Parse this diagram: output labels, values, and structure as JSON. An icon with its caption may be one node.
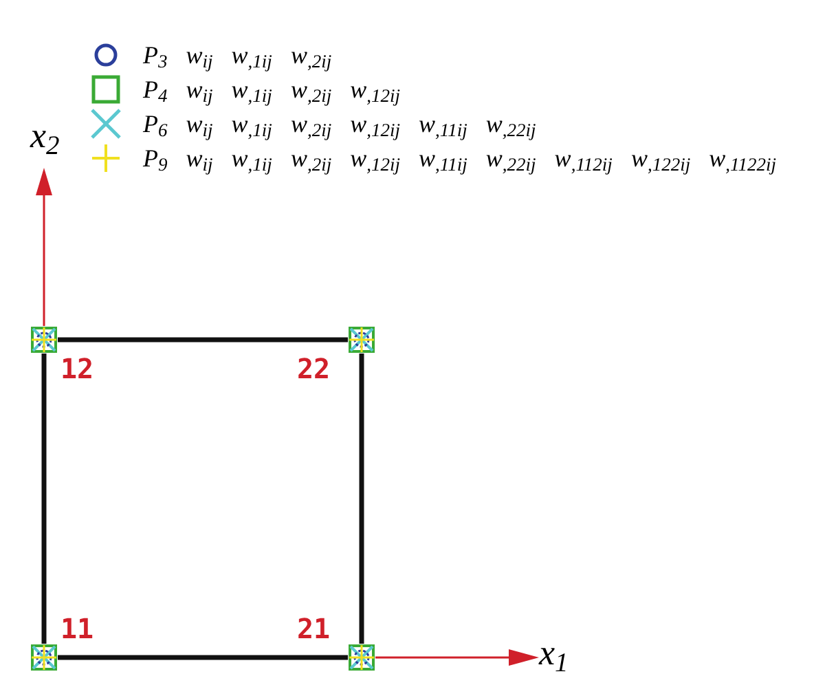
{
  "diagram": {
    "nodes": [
      {
        "text": [],
        "shape": "box",
        "beside": [
          "12"
        ]
      },
      {
        "text": [],
        "shape": "box",
        "beside": [
          "22"
        ]
      },
      {
        "text": [],
        "shape": "box",
        "beside": [
          "11"
        ]
      },
      {
        "text": [],
        "shape": "box",
        "beside": [
          "21"
        ]
      }
    ],
    "edges": [
      {
        "from": 0,
        "to": 1,
        "arrow": "none"
      },
      {
        "from": 1,
        "to": 3,
        "arrow": "none"
      },
      {
        "from": 3,
        "to": 2,
        "arrow": "none"
      },
      {
        "from": 2,
        "to": 0,
        "arrow": "none"
      }
    ],
    "labels": [
      "x$_{2}$",
      "x$_{1}$"
    ],
    "legend": [
      {
        "text": "P$_{3}$ w$_{ij}$ w$_{,1ij}$ w$_{,2ij}$"
      },
      {
        "text": "P$_{4}$ w$_{ij}$ w$_{,1ij}$ w$_{,2ij}$ w$_{,12ij}$"
      },
      {
        "text": "P$_{6}$ w$_{ij}$ w$_{,1ij}$ w$_{,2ij}$ w$_{,12ij}$ w$_{,11ij}$ w$_{,22ij}$"
      },
      {
        "text": "P$_{9}$ w$_{ij}$ w$_{,1ij}$ w$_{,2ij}$ w$_{,12ij}$ w$_{,11ij}$ w$_{,22ij}$ w$_{,112ij}$ w$_{,122ij}$ w$_{,1122ij}$"
      }
    ]
  }
}
